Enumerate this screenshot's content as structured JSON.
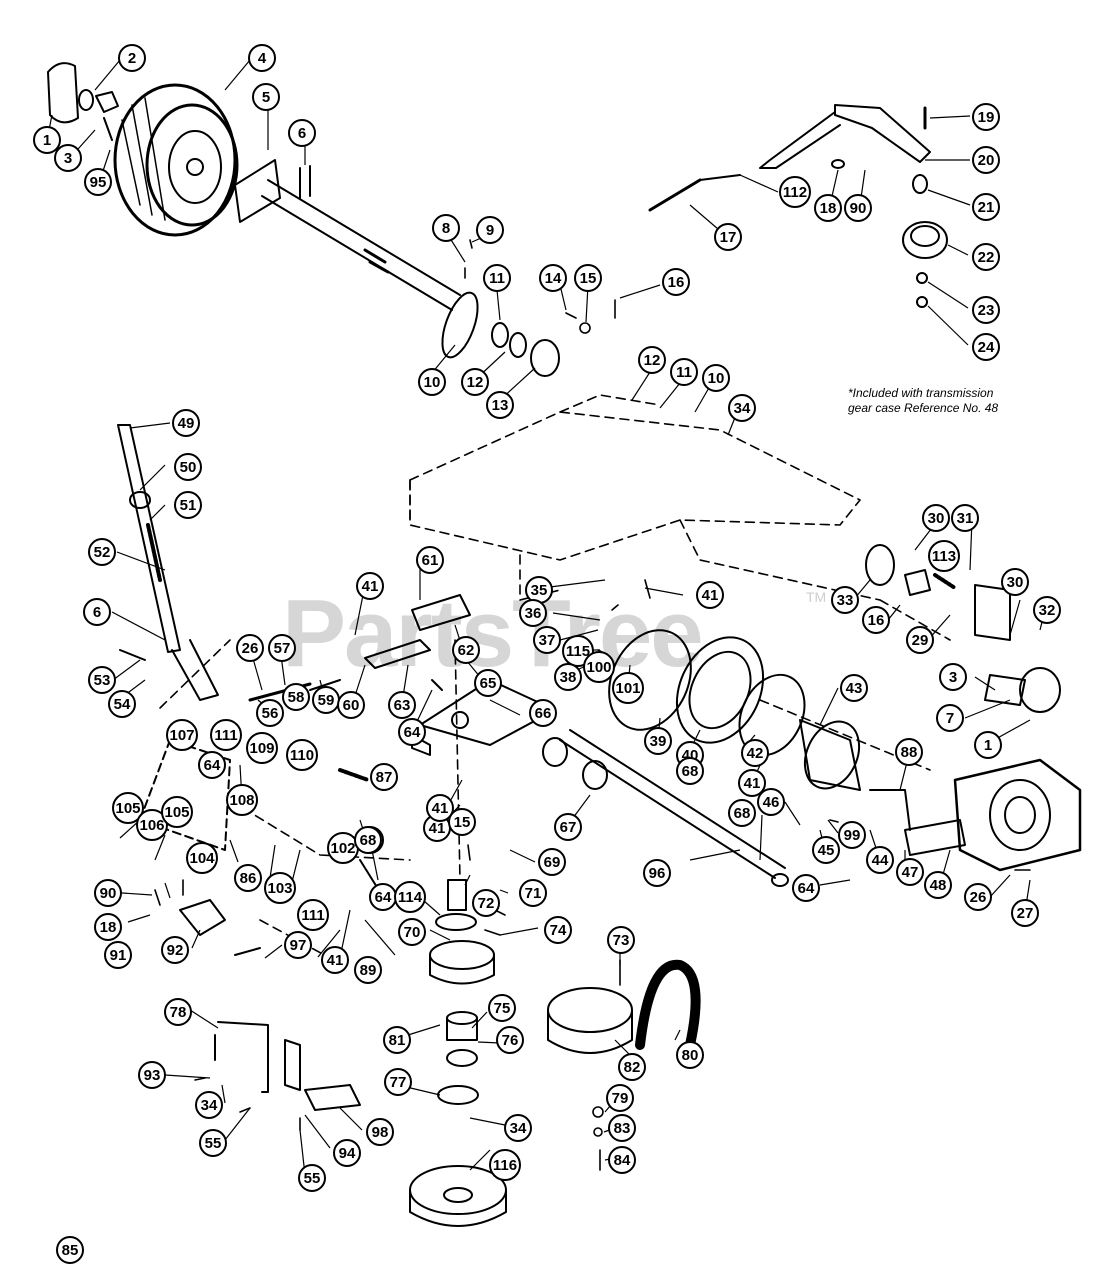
{
  "note": {
    "line1": "*Included with transmission",
    "line2": "gear case Reference No. 48"
  },
  "watermark": {
    "text": "PartsTree",
    "tm": "TM"
  },
  "callouts": [
    "1",
    "2",
    "3",
    "4",
    "5",
    "6",
    "95",
    "8",
    "9",
    "11",
    "10",
    "12",
    "13",
    "14",
    "15",
    "16",
    "12",
    "11",
    "10",
    "34",
    "112",
    "17",
    "18",
    "90",
    "19",
    "20",
    "21",
    "22",
    "23",
    "24",
    "49",
    "50",
    "51",
    "52",
    "6",
    "53",
    "54",
    "41",
    "61",
    "26",
    "57",
    "58",
    "59",
    "60",
    "63",
    "62",
    "65",
    "64",
    "56",
    "107",
    "111",
    "64",
    "109",
    "110",
    "105",
    "106",
    "105",
    "108",
    "104",
    "86",
    "41",
    "103",
    "102",
    "68",
    "87",
    "15",
    "69",
    "66",
    "35",
    "41",
    "36",
    "37",
    "115",
    "38",
    "100",
    "101",
    "39",
    "40",
    "42",
    "43",
    "41",
    "67",
    "68",
    "96",
    "68",
    "64",
    "30",
    "31",
    "113",
    "33",
    "16",
    "29",
    "30",
    "32",
    "3",
    "7",
    "1",
    "88",
    "46",
    "45",
    "99",
    "44",
    "47",
    "48",
    "26",
    "27",
    "41",
    "90",
    "18",
    "91",
    "92",
    "97",
    "111",
    "68",
    "64",
    "41",
    "89",
    "114",
    "72",
    "71",
    "74",
    "70",
    "73",
    "80",
    "82",
    "81",
    "75",
    "76",
    "77",
    "78",
    "93",
    "34",
    "55",
    "98",
    "94",
    "55",
    "34",
    "116",
    "79",
    "83",
    "84",
    "85"
  ]
}
